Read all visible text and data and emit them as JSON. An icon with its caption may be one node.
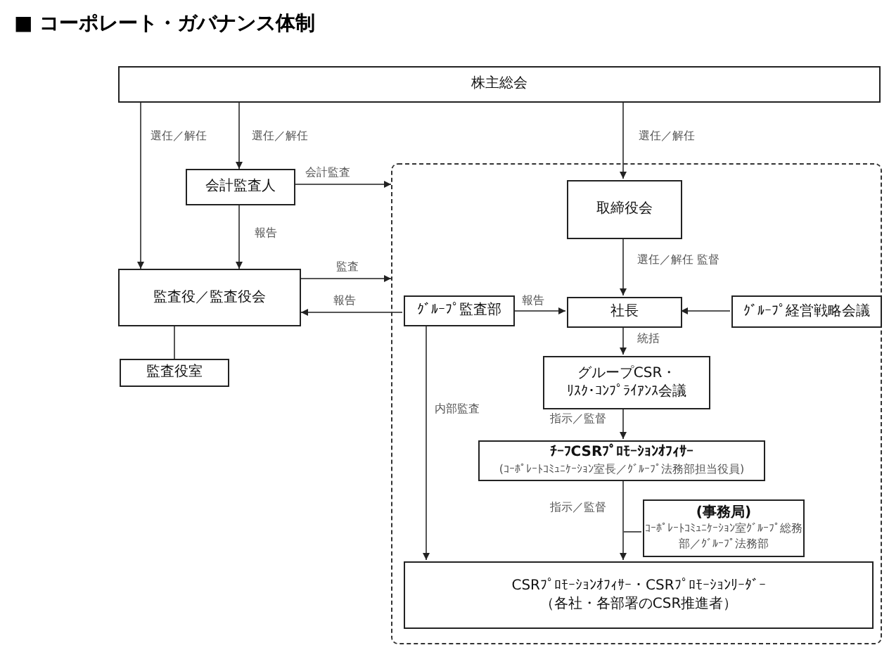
{
  "diagram": {
    "title": "■ コーポレート・ガバナンス体制",
    "nodes": [
      {
        "text": [
          "株主総会"
        ]
      },
      {
        "text": [],
        "shape": "box"
      },
      {
        "text": [
          "会計監査人"
        ]
      },
      {
        "text": [
          "監査役／監査役会"
        ]
      },
      {
        "text": [
          "監査役室"
        ]
      },
      {
        "text": [
          "取締役会"
        ],
        "in": 1
      },
      {
        "text": [
          "ｸﾞﾙｰﾌﾟ監査部"
        ],
        "in": 1
      },
      {
        "text": [
          "社長"
        ],
        "in": 1
      },
      {
        "text": [
          "ｸﾞﾙｰﾌﾟ経営戦略会議"
        ],
        "in": 1
      },
      {
        "text": [
          "グループCSR・",
          "ﾘｽｸ･ｺﾝﾌﾟﾗｲｱﾝｽ会議"
        ],
        "in": 1
      },
      {
        "text": [
          "ﾁｰﾌCSRﾌﾟﾛﾓｰｼｮﾝｵﾌｨｻｰ",
          "(ｺｰﾎﾟﾚｰﾄｺﾐｭﾆｹｰｼｮﾝ室長／ｸﾞﾙｰﾌﾟ法務部担当役員)"
        ],
        "in": 1
      },
      {
        "text": [
          "(事務局)",
          "ｺｰﾎﾟﾚｰﾄｺﾐｭﾆｹｰｼｮﾝ室ｸﾞﾙｰﾌﾟ総務部／ｸﾞﾙｰﾌﾟ法務部"
        ],
        "in": 1
      },
      {
        "text": [
          "CSRﾌﾟﾛﾓｰｼｮﾝｵﾌｨｻｰ・CSRﾌﾟﾛﾓｰｼｮﾝﾘｰﾀﾞｰ",
          "（各社・各部署のCSR推進者）"
        ],
        "in": 1
      }
    ],
    "edges": [
      {
        "from": 0,
        "to": 3,
        "arrow": "to",
        "label": "選任／解任"
      },
      {
        "from": 0,
        "to": 2,
        "arrow": "to",
        "label": "選任／解任"
      },
      {
        "from": 0,
        "to": 5,
        "arrow": "to",
        "label": "選任／解任"
      },
      {
        "from": 2,
        "to": 1,
        "arrow": "to",
        "label": "会計監査"
      },
      {
        "from": 2,
        "to": 3,
        "arrow": "to",
        "label": "報告"
      },
      {
        "from": 3,
        "to": 1,
        "arrow": "to",
        "label": "監査"
      },
      {
        "from": 6,
        "to": 3,
        "arrow": "to",
        "label": "報告"
      },
      {
        "from": 3,
        "to": 4,
        "arrow": "none"
      },
      {
        "from": 5,
        "to": 7,
        "arrow": "to",
        "label": "選任／解任 監督"
      },
      {
        "from": 6,
        "to": 7,
        "arrow": "to",
        "label": "報告"
      },
      {
        "from": 8,
        "to": 7,
        "arrow": "to"
      },
      {
        "from": 7,
        "to": 9,
        "arrow": "to",
        "label": "統括"
      },
      {
        "from": 9,
        "to": 10,
        "arrow": "to",
        "label": "指示／監督"
      },
      {
        "from": 10,
        "to": 12,
        "arrow": "to",
        "label": "指示／監督"
      },
      {
        "from": 6,
        "to": 12,
        "arrow": "to",
        "label": "内部監査"
      },
      {
        "from": 11,
        "to": 10,
        "arrow": "none"
      }
    ]
  }
}
